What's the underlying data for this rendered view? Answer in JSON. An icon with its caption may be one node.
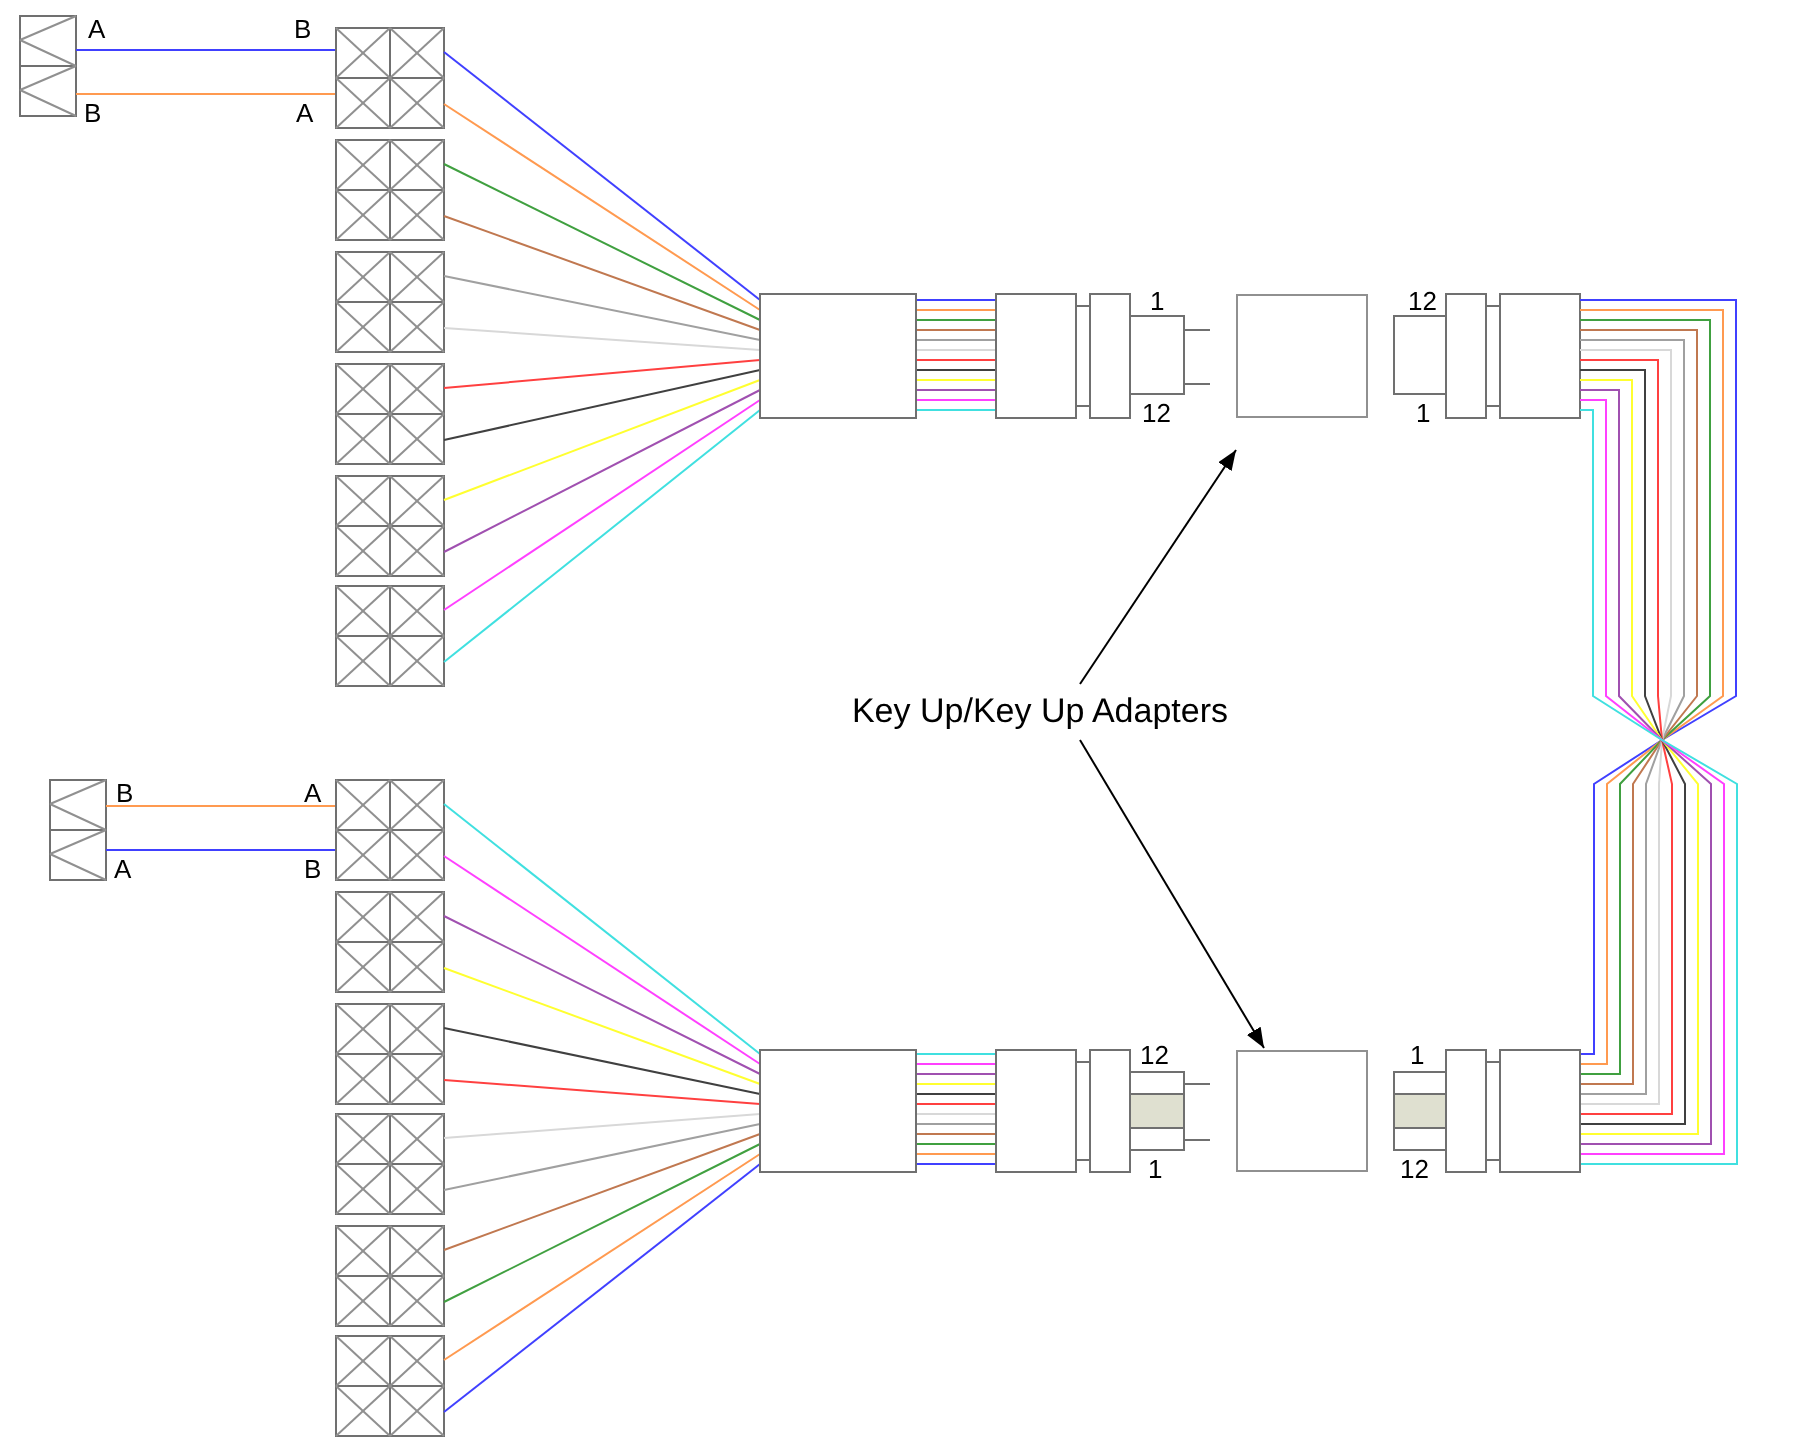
{
  "diagram": {
    "nodes": [
      {
        "text": [],
        "shape": "box"
      },
      {
        "text": [
          "Key Up/Key Up Adapters"
        ]
      },
      {
        "text": [],
        "shape": "box"
      }
    ],
    "edges": [
      {
        "from": 1,
        "to": 0,
        "arrow": "to"
      },
      {
        "from": 1,
        "to": 2,
        "arrow": "to"
      }
    ],
    "labels": [
      "A",
      "B",
      "B",
      "A",
      "1",
      "12",
      "12",
      "1",
      "B",
      "A",
      "A",
      "B",
      "12",
      "1",
      "1",
      "12"
    ]
  }
}
